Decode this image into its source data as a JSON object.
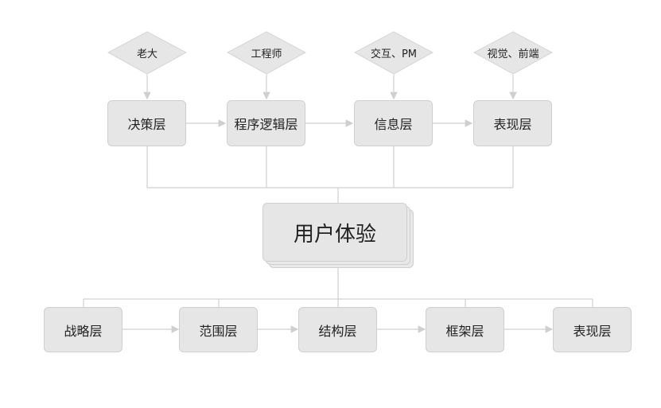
{
  "roles": [
    {
      "id": "r1",
      "label": "老大"
    },
    {
      "id": "r2",
      "label": "工程师"
    },
    {
      "id": "r3",
      "label": "交互、PM"
    },
    {
      "id": "r4",
      "label": "视觉、前端"
    }
  ],
  "upper_layers": [
    {
      "id": "u1",
      "label": "决策层"
    },
    {
      "id": "u2",
      "label": "程序逻辑层"
    },
    {
      "id": "u3",
      "label": "信息层"
    },
    {
      "id": "u4",
      "label": "表现层"
    }
  ],
  "center": {
    "label": "用户体验"
  },
  "lower_layers": [
    {
      "id": "l1",
      "label": "战略层"
    },
    {
      "id": "l2",
      "label": "范围层"
    },
    {
      "id": "l3",
      "label": "结构层"
    },
    {
      "id": "l4",
      "label": "框架层"
    },
    {
      "id": "l5",
      "label": "表现层"
    }
  ],
  "colors": {
    "node_fill": "#e6e6e6",
    "node_border": "#cfcfcf",
    "line": "#d0d0d0"
  }
}
